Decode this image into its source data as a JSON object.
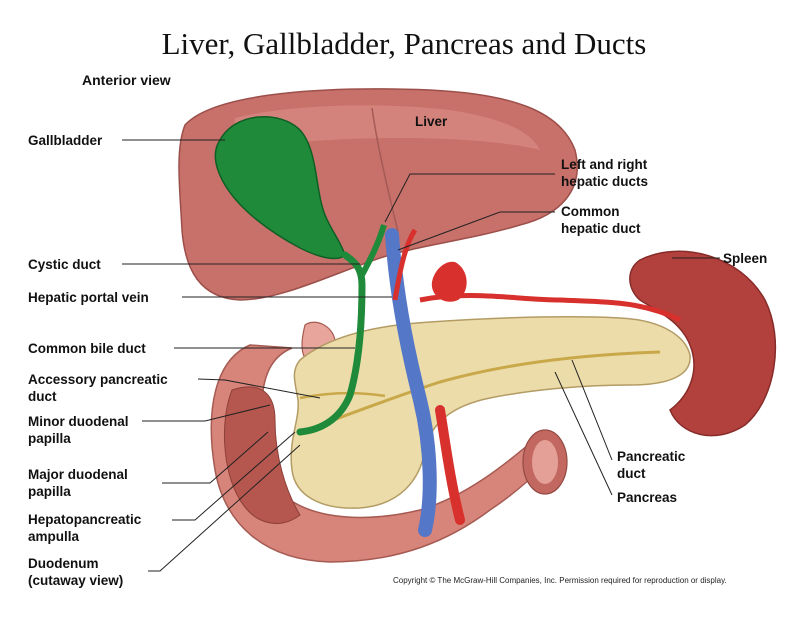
{
  "title": "Liver, Gallbladder, Pancreas and Ducts",
  "subtitle": "Anterior view",
  "labels": {
    "liver": "Liver",
    "gallbladder": "Gallbladder",
    "cystic_duct": "Cystic duct",
    "hepatic_portal_vein": "Hepatic portal vein",
    "common_bile_duct": "Common bile duct",
    "accessory_pancreatic_duct": "Accessory pancreatic\nduct",
    "minor_duodenal_papilla": "Minor duodenal\npapilla",
    "major_duodenal_papilla": "Major duodenal\npapilla",
    "hepatopancreatic_ampulla": "Hepatopancreatic\nampulla",
    "duodenum": "Duodenum\n(cutaway view)",
    "left_right_hepatic_ducts": "Left and right\nhepatic ducts",
    "common_hepatic_duct": "Common\nhepatic duct",
    "spleen": "Spleen",
    "pancreatic_duct": "Pancreatic\nduct",
    "pancreas": "Pancreas"
  },
  "copyright": "Copyright © The McGraw-Hill Companies, Inc. Permission required for reproduction or display.",
  "colors": {
    "liver": "#c8706a",
    "gallbladder": "#1f8a3a",
    "pancreas": "#ecdcaa",
    "duodenum": "#d7847a",
    "spleen": "#b2403c",
    "artery": "#d8302c",
    "vein": "#5577c8"
  }
}
